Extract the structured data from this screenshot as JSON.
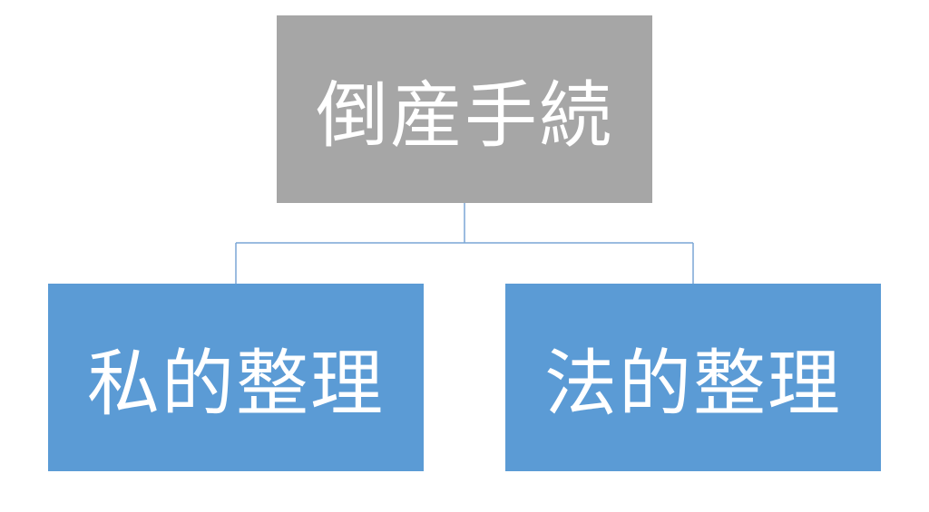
{
  "diagram": {
    "root": {
      "label": "倒産手続"
    },
    "children": [
      {
        "label": "私的整理"
      },
      {
        "label": "法的整理"
      }
    ]
  },
  "colors": {
    "root_fill": "#a6a6a6",
    "child_fill": "#5b9bd5",
    "connector": "#7aa6d6",
    "text": "#ffffff"
  }
}
